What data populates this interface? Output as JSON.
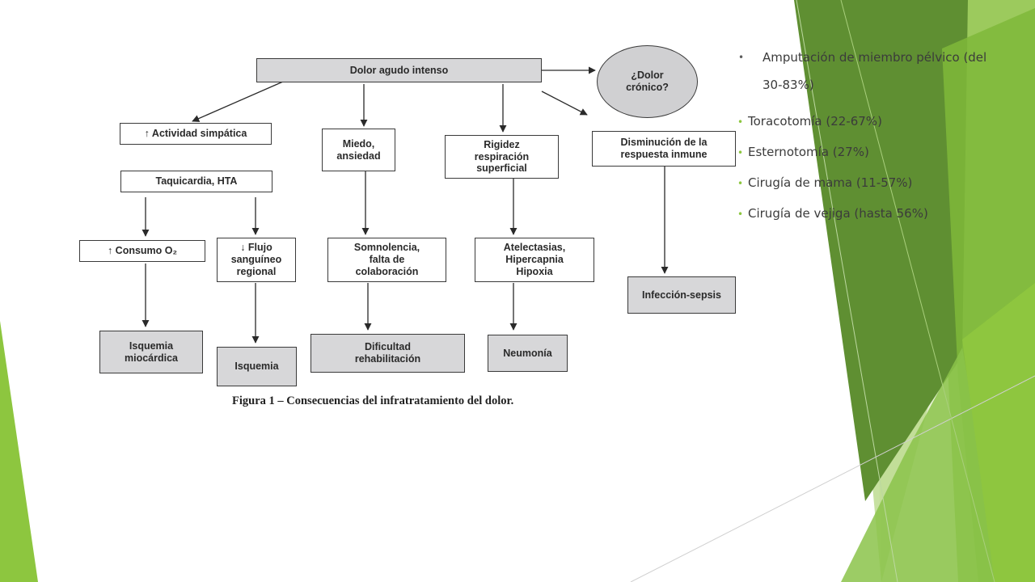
{
  "theme": {
    "accent": "#8cc63f",
    "accent_dark": "#5d8f2c",
    "box_fill": "#d7d7d9",
    "box_border": "#3a3a3a"
  },
  "diagram": {
    "nodes": {
      "dolor": "Dolor agudo intenso",
      "cronico": "¿Dolor\ncrónico?",
      "simpatica": "↑ Actividad simpática",
      "taquicardia": "Taquicardia, HTA",
      "miedo": "Miedo,\nansiedad",
      "rigidez": "Rigidez\nrespiración\nsuperficial",
      "inmune": "Disminución de la\nrespuesta inmune",
      "consumo": "↑ Consumo O₂",
      "flujo": "↓ Flujo\nsanguíneo\nregional",
      "somnolencia": "Somnolencia,\nfalta de\ncolaboración",
      "atelectasias": "Atelectasias,\nHipercapnia\nHipoxia",
      "infeccion": "Infección-sepsis",
      "isq_mio": "Isquemia\nmiocárdica",
      "isquemia": "Isquemia",
      "dificultad": "Dificultad\nrehabilitación",
      "neumonia": "Neumonía"
    },
    "caption": "Figura 1 – Consecuencias del infratratamiento del dolor."
  },
  "bullets": [
    "Amputación de miembro pélvico (del 30-83%)",
    "Toracotomía (22-67%)",
    "Esternotomía (27%)",
    "Cirugía de mama (11-57%)",
    "Cirugía de vejiga (hasta 56%)"
  ]
}
